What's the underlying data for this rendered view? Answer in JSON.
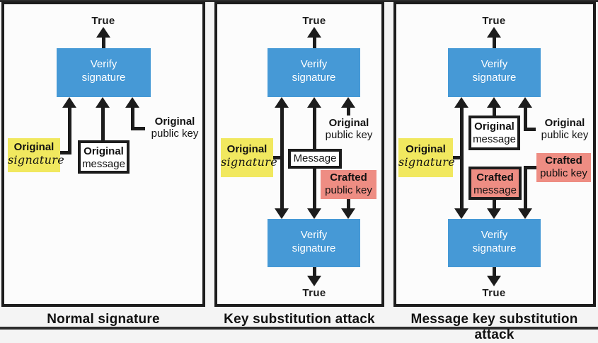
{
  "colors": {
    "verify_box_blue": "#4699d6",
    "signature_yellow": "#f1e85f",
    "crafted_pink": "#ee8d83",
    "line_black": "#1c1c1c"
  },
  "panels": [
    {
      "caption": "Normal signature",
      "true_top": "True",
      "verify_top": "Verify\nsignature",
      "original_signature": {
        "line1": "Original",
        "line2": "signature"
      },
      "original_message": {
        "line1": "Original",
        "line2": "message"
      },
      "original_public_key": {
        "line1": "Original",
        "line2": "public key"
      }
    },
    {
      "caption": "Key substitution attack",
      "true_top": "True",
      "true_bottom": "True",
      "verify_top": "Verify\nsignature",
      "verify_bottom": "Verify\nsignature",
      "original_signature": {
        "line1": "Original",
        "line2": "signature"
      },
      "message": "Message",
      "original_public_key": {
        "line1": "Original",
        "line2": "public key"
      },
      "crafted_public_key": {
        "line1": "Crafted",
        "line2": "public key"
      }
    },
    {
      "caption": "Message key substitution attack",
      "true_top": "True",
      "true_bottom": "True",
      "verify_top": "Verify\nsignature",
      "verify_bottom": "Verify\nsignature",
      "original_signature": {
        "line1": "Original",
        "line2": "signature"
      },
      "original_message": {
        "line1": "Original",
        "line2": "message"
      },
      "crafted_message": {
        "line1": "Crafted",
        "line2": "message"
      },
      "original_public_key": {
        "line1": "Original",
        "line2": "public key"
      },
      "crafted_public_key": {
        "line1": "Crafted",
        "line2": "public key"
      }
    }
  ]
}
